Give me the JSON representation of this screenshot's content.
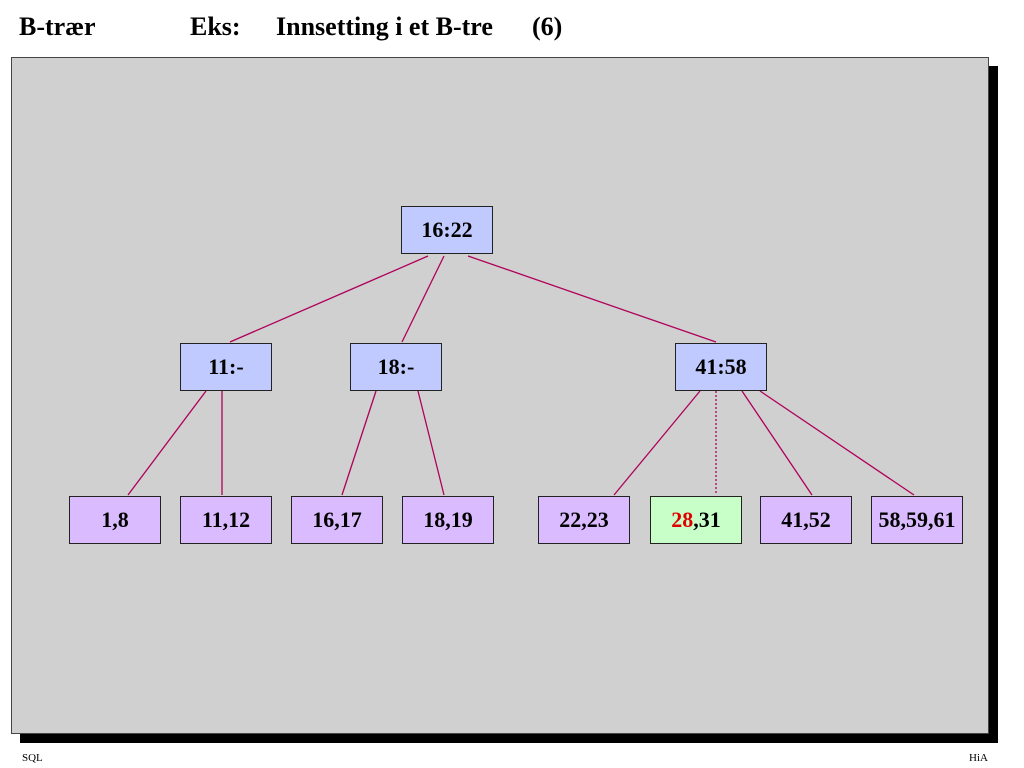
{
  "header": {
    "section": "B-trær",
    "eks": "Eks:",
    "title": "Innsetting i et B-tre",
    "number": "(6)"
  },
  "tree": {
    "root": "16:22",
    "level2": [
      "11:-",
      "18:-",
      "41:58"
    ],
    "leaves": [
      "1,8",
      "11,12",
      "16,17",
      "18,19",
      "22,23",
      "28,31",
      "41,52",
      "58,59,61"
    ],
    "new_leaf": {
      "highlight": "28",
      "rest": ",31"
    }
  },
  "colors": {
    "panel_bg": "#d0d0d0",
    "internal_node": "#c0caff",
    "leaf_node": "#dbbbff",
    "new_leaf_node": "#c8ffc8",
    "edge": "#b0005a",
    "highlight_text": "#e00000"
  },
  "footer": {
    "left": "SQL",
    "right": "HiA"
  }
}
